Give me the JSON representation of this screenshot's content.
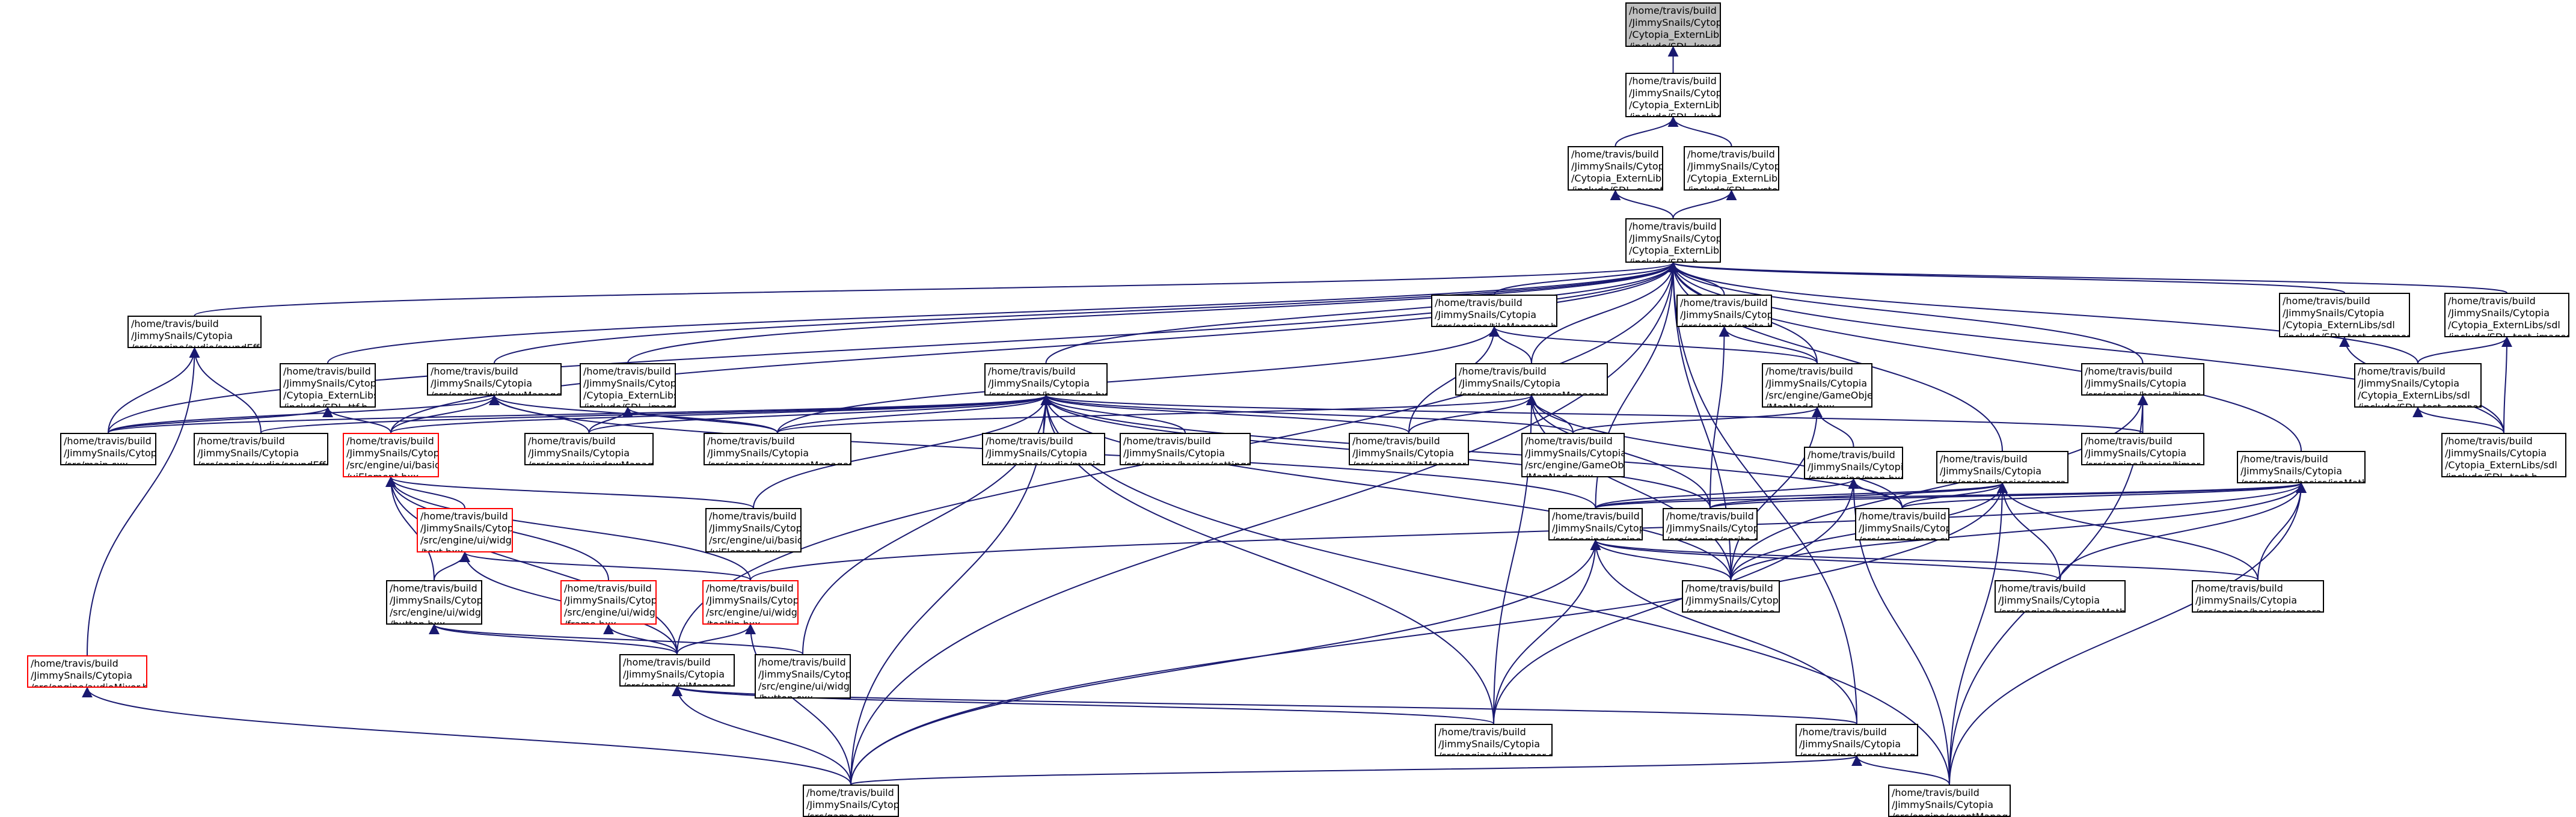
{
  "nodes": [
    {
      "id": "keycode",
      "lines": [
        "/home/travis/build",
        "/JimmySnails/Cytopia",
        "/Cytopia_ExternLibs/sdl",
        "/include/SDL_keycode.h"
      ],
      "root": true
    },
    {
      "id": "keyboard",
      "lines": [
        "/home/travis/build",
        "/JimmySnails/Cytopia",
        "/Cytopia_ExternLibs/sdl",
        "/include/SDL_keyboard.h"
      ]
    },
    {
      "id": "events",
      "lines": [
        "/home/travis/build",
        "/JimmySnails/Cytopia",
        "/Cytopia_ExternLibs/sdl",
        "/include/SDL_events.h"
      ]
    },
    {
      "id": "system",
      "lines": [
        "/home/travis/build",
        "/JimmySnails/Cytopia",
        "/Cytopia_ExternLibs/sdl",
        "/include/SDL_system.h"
      ]
    },
    {
      "id": "sdl",
      "lines": [
        "/home/travis/build",
        "/JimmySnails/Cytopia",
        "/Cytopia_ExternLibs/sdl",
        "/include/SDL.h"
      ]
    },
    {
      "id": "soundEffectHxx",
      "lines": [
        "/home/travis/build",
        "/JimmySnails/Cytopia",
        "/src/engine/audio/soundEffect.hxx"
      ]
    },
    {
      "id": "ttf",
      "lines": [
        "/home/travis/build",
        "/JimmySnails/Cytopia",
        "/Cytopia_ExternLibs/sdl",
        "/include/SDL_ttf.h"
      ]
    },
    {
      "id": "windowManagerHxx",
      "lines": [
        "/home/travis/build",
        "/JimmySnails/Cytopia",
        "/src/engine/windowManager.hxx"
      ]
    },
    {
      "id": "image",
      "lines": [
        "/home/travis/build",
        "/JimmySnails/Cytopia",
        "/Cytopia_ExternLibs/sdl",
        "/include/SDL_image.h"
      ]
    },
    {
      "id": "logHxx",
      "lines": [
        "/home/travis/build",
        "/JimmySnails/Cytopia",
        "/src/engine/basics/log.hxx"
      ]
    },
    {
      "id": "tileManagerHxx",
      "lines": [
        "/home/travis/build",
        "/JimmySnails/Cytopia",
        "/src/engine/tileManager.hxx"
      ]
    },
    {
      "id": "resourcesManagerHxx",
      "lines": [
        "/home/travis/build",
        "/JimmySnails/Cytopia",
        "/src/engine/resourcesManager.hxx"
      ]
    },
    {
      "id": "spriteHxx",
      "lines": [
        "/home/travis/build",
        "/JimmySnails/Cytopia",
        "/src/engine/sprite.hxx"
      ]
    },
    {
      "id": "mapNodeHxx",
      "lines": [
        "/home/travis/build",
        "/JimmySnails/Cytopia",
        "/src/engine/GameObjects",
        "/MapNode.hxx"
      ]
    },
    {
      "id": "testCommon",
      "lines": [
        "/home/travis/build",
        "/JimmySnails/Cytopia",
        "/Cytopia_ExternLibs/sdl",
        "/include/SDL_test_common.h"
      ]
    },
    {
      "id": "testImages",
      "lines": [
        "/home/travis/build",
        "/JimmySnails/Cytopia",
        "/Cytopia_ExternLibs/sdl",
        "/include/SDL_test_images.h"
      ]
    },
    {
      "id": "timerHxx",
      "lines": [
        "/home/travis/build",
        "/JimmySnails/Cytopia",
        "/src/engine/basics/timer.hxx"
      ]
    },
    {
      "id": "testCompare",
      "lines": [
        "/home/travis/build",
        "/JimmySnails/Cytopia",
        "/Cytopia_ExternLibs/sdl",
        "/include/SDL_test_compare.h"
      ]
    },
    {
      "id": "mainCxx",
      "lines": [
        "/home/travis/build",
        "/JimmySnails/Cytopia",
        "/src/main.cxx"
      ]
    },
    {
      "id": "soundEffectCxx",
      "lines": [
        "/home/travis/build",
        "/JimmySnails/Cytopia",
        "/src/engine/audio/soundEffect.cxx"
      ]
    },
    {
      "id": "uiElementHxx",
      "lines": [
        "/home/travis/build",
        "/JimmySnails/Cytopia",
        "/src/engine/ui/basics",
        "/uiElement.hxx"
      ],
      "red": true
    },
    {
      "id": "windowManagerCxx",
      "lines": [
        "/home/travis/build",
        "/JimmySnails/Cytopia",
        "/src/engine/windowManager.cxx"
      ]
    },
    {
      "id": "resourcesManagerCxx",
      "lines": [
        "/home/travis/build",
        "/JimmySnails/Cytopia",
        "/src/engine/resourcesManager.cxx"
      ]
    },
    {
      "id": "musicCxx",
      "lines": [
        "/home/travis/build",
        "/JimmySnails/Cytopia",
        "/src/engine/audio/music.cxx"
      ]
    },
    {
      "id": "settingsCxx",
      "lines": [
        "/home/travis/build",
        "/JimmySnails/Cytopia",
        "/src/engine/basics/settings.cxx"
      ]
    },
    {
      "id": "tileManagerCxx",
      "lines": [
        "/home/travis/build",
        "/JimmySnails/Cytopia",
        "/src/engine/tileManager.cxx"
      ]
    },
    {
      "id": "mapNodeCxx",
      "lines": [
        "/home/travis/build",
        "/JimmySnails/Cytopia",
        "/src/engine/GameObjects",
        "/MapNode.cxx"
      ]
    },
    {
      "id": "mapHxx",
      "lines": [
        "/home/travis/build",
        "/JimmySnails/Cytopia",
        "/src/engine/map.hxx"
      ]
    },
    {
      "id": "timerCxx",
      "lines": [
        "/home/travis/build",
        "/JimmySnails/Cytopia",
        "/src/engine/basics/timer.cxx"
      ]
    },
    {
      "id": "cameraHxx",
      "lines": [
        "/home/travis/build",
        "/JimmySnails/Cytopia",
        "/src/engine/basics/camera.hxx"
      ]
    },
    {
      "id": "isoMathHxx",
      "lines": [
        "/home/travis/build",
        "/JimmySnails/Cytopia",
        "/src/engine/basics/isoMath.hxx"
      ]
    },
    {
      "id": "testH",
      "lines": [
        "/home/travis/build",
        "/JimmySnails/Cytopia",
        "/Cytopia_ExternLibs/sdl",
        "/include/SDL_test.h"
      ]
    },
    {
      "id": "textHxx",
      "lines": [
        "/home/travis/build",
        "/JimmySnails/Cytopia",
        "/src/engine/ui/widgets",
        "/text.hxx"
      ],
      "red": true
    },
    {
      "id": "uiElementCxx",
      "lines": [
        "/home/travis/build",
        "/JimmySnails/Cytopia",
        "/src/engine/ui/basics",
        "/uiElement.cxx"
      ]
    },
    {
      "id": "engineHxx",
      "lines": [
        "/home/travis/build",
        "/JimmySnails/Cytopia",
        "/src/engine/engine.hxx"
      ]
    },
    {
      "id": "spriteCxx",
      "lines": [
        "/home/travis/build",
        "/JimmySnails/Cytopia",
        "/src/engine/sprite.cxx"
      ]
    },
    {
      "id": "mapCxx",
      "lines": [
        "/home/travis/build",
        "/JimmySnails/Cytopia",
        "/src/engine/map.cxx"
      ]
    },
    {
      "id": "buttonHxx",
      "lines": [
        "/home/travis/build",
        "/JimmySnails/Cytopia",
        "/src/engine/ui/widgets",
        "/button.hxx"
      ]
    },
    {
      "id": "frameHxx",
      "lines": [
        "/home/travis/build",
        "/JimmySnails/Cytopia",
        "/src/engine/ui/widgets",
        "/frame.hxx"
      ],
      "red": true
    },
    {
      "id": "tooltipHxx",
      "lines": [
        "/home/travis/build",
        "/JimmySnails/Cytopia",
        "/src/engine/ui/widgets",
        "/tooltip.hxx"
      ],
      "red": true
    },
    {
      "id": "engineCxx",
      "lines": [
        "/home/travis/build",
        "/JimmySnails/Cytopia",
        "/src/engine/engine.cxx"
      ]
    },
    {
      "id": "isoMathCxx",
      "lines": [
        "/home/travis/build",
        "/JimmySnails/Cytopia",
        "/src/engine/basics/isoMath.cxx"
      ]
    },
    {
      "id": "cameraCxx",
      "lines": [
        "/home/travis/build",
        "/JimmySnails/Cytopia",
        "/src/engine/basics/camera.cxx"
      ]
    },
    {
      "id": "audioMixerHxx",
      "lines": [
        "/home/travis/build",
        "/JimmySnails/Cytopia",
        "/src/engine/audioMixer.hxx"
      ],
      "red": true
    },
    {
      "id": "uiManagerHxx",
      "lines": [
        "/home/travis/build",
        "/JimmySnails/Cytopia",
        "/src/engine/uiManager.hxx"
      ]
    },
    {
      "id": "buttonCxx",
      "lines": [
        "/home/travis/build",
        "/JimmySnails/Cytopia",
        "/src/engine/ui/widgets",
        "/button.cxx"
      ]
    },
    {
      "id": "uiManagerCxx",
      "lines": [
        "/home/travis/build",
        "/JimmySnails/Cytopia",
        "/src/engine/uiManager.cxx"
      ]
    },
    {
      "id": "eventManagerHxx",
      "lines": [
        "/home/travis/build",
        "/JimmySnails/Cytopia",
        "/src/engine/eventManager.hxx"
      ]
    },
    {
      "id": "gameCxx",
      "lines": [
        "/home/travis/build",
        "/JimmySnails/Cytopia",
        "/src/game.cxx"
      ]
    },
    {
      "id": "eventManagerCxx",
      "lines": [
        "/home/travis/build",
        "/JimmySnails/Cytopia",
        "/src/engine/eventManager.cxx"
      ]
    }
  ],
  "edges": [
    [
      "keyboard",
      "keycode"
    ],
    [
      "events",
      "keyboard"
    ],
    [
      "system",
      "keyboard"
    ],
    [
      "sdl",
      "events"
    ],
    [
      "sdl",
      "system"
    ],
    [
      "soundEffectHxx",
      "sdl"
    ],
    [
      "ttf",
      "sdl"
    ],
    [
      "windowManagerHxx",
      "sdl"
    ],
    [
      "image",
      "sdl"
    ],
    [
      "logHxx",
      "sdl"
    ],
    [
      "tileManagerHxx",
      "sdl"
    ],
    [
      "resourcesManagerHxx",
      "sdl"
    ],
    [
      "spriteHxx",
      "sdl"
    ],
    [
      "mapNodeHxx",
      "sdl"
    ],
    [
      "testCommon",
      "sdl"
    ],
    [
      "testImages",
      "sdl"
    ],
    [
      "timerHxx",
      "sdl"
    ],
    [
      "testCompare",
      "sdl"
    ],
    [
      "testH",
      "sdl"
    ],
    [
      "mainCxx",
      "sdl"
    ],
    [
      "uiElementHxx",
      "sdl"
    ],
    [
      "cameraHxx",
      "sdl"
    ],
    [
      "isoMathHxx",
      "sdl"
    ],
    [
      "engineHxx",
      "sdl"
    ],
    [
      "gameCxx",
      "sdl"
    ],
    [
      "eventManagerHxx",
      "sdl"
    ],
    [
      "uiManagerHxx",
      "sdl"
    ],
    [
      "engineCxx",
      "sdl"
    ],
    [
      "testCompare",
      "testImages"
    ],
    [
      "testH",
      "testImages"
    ],
    [
      "testH",
      "testCompare"
    ],
    [
      "testH",
      "testCommon"
    ],
    [
      "resourcesManagerHxx",
      "tileManagerHxx"
    ],
    [
      "tileManagerCxx",
      "tileManagerHxx"
    ],
    [
      "mapNodeHxx",
      "tileManagerHxx"
    ],
    [
      "resourcesManagerCxx",
      "tileManagerHxx"
    ],
    [
      "mapNodeHxx",
      "spriteHxx"
    ],
    [
      "spriteCxx",
      "spriteHxx"
    ],
    [
      "mapHxx",
      "mapNodeHxx"
    ],
    [
      "mapNodeCxx",
      "mapNodeHxx"
    ],
    [
      "engineCxx",
      "mapNodeHxx"
    ],
    [
      "mainCxx",
      "soundEffectHxx"
    ],
    [
      "soundEffectCxx",
      "soundEffectHxx"
    ],
    [
      "audioMixerHxx",
      "soundEffectHxx"
    ],
    [
      "uiElementHxx",
      "ttf"
    ],
    [
      "mainCxx",
      "ttf"
    ],
    [
      "uiElementHxx",
      "windowManagerHxx"
    ],
    [
      "windowManagerCxx",
      "windowManagerHxx"
    ],
    [
      "engineHxx",
      "windowManagerHxx"
    ],
    [
      "resourcesManagerCxx",
      "windowManagerHxx"
    ],
    [
      "mainCxx",
      "windowManagerHxx"
    ],
    [
      "windowManagerCxx",
      "image"
    ],
    [
      "resourcesManagerCxx",
      "image"
    ],
    [
      "uiElementHxx",
      "logHxx"
    ],
    [
      "windowManagerCxx",
      "logHxx"
    ],
    [
      "resourcesManagerCxx",
      "logHxx"
    ],
    [
      "musicCxx",
      "logHxx"
    ],
    [
      "settingsCxx",
      "logHxx"
    ],
    [
      "tileManagerCxx",
      "logHxx"
    ],
    [
      "mapNodeCxx",
      "logHxx"
    ],
    [
      "timerCxx",
      "logHxx"
    ],
    [
      "uiElementCxx",
      "logHxx"
    ],
    [
      "spriteCxx",
      "logHxx"
    ],
    [
      "mapCxx",
      "logHxx"
    ],
    [
      "engineCxx",
      "logHxx"
    ],
    [
      "uiManagerCxx",
      "logHxx"
    ],
    [
      "gameCxx",
      "logHxx"
    ],
    [
      "eventManagerCxx",
      "logHxx"
    ],
    [
      "soundEffectCxx",
      "logHxx"
    ],
    [
      "buttonCxx",
      "logHxx"
    ],
    [
      "mainCxx",
      "logHxx"
    ],
    [
      "resourcesManagerCxx",
      "resourcesManagerHxx"
    ],
    [
      "tileManagerCxx",
      "resourcesManagerHxx"
    ],
    [
      "mapNodeCxx",
      "resourcesManagerHxx"
    ],
    [
      "spriteCxx",
      "resourcesManagerHxx"
    ],
    [
      "uiManagerCxx",
      "resourcesManagerHxx"
    ],
    [
      "engineCxx",
      "resourcesManagerHxx"
    ],
    [
      "mapCxx",
      "resourcesManagerHxx"
    ],
    [
      "timerCxx",
      "timerHxx"
    ],
    [
      "engineCxx",
      "timerHxx"
    ],
    [
      "eventManagerCxx",
      "timerHxx"
    ],
    [
      "engineHxx",
      "mapHxx"
    ],
    [
      "mapCxx",
      "mapHxx"
    ],
    [
      "uiManagerCxx",
      "mapHxx"
    ],
    [
      "eventManagerCxx",
      "mapHxx"
    ],
    [
      "engineHxx",
      "cameraHxx"
    ],
    [
      "spriteCxx",
      "cameraHxx"
    ],
    [
      "mapCxx",
      "cameraHxx"
    ],
    [
      "cameraCxx",
      "cameraHxx"
    ],
    [
      "isoMathCxx",
      "cameraHxx"
    ],
    [
      "engineCxx",
      "cameraHxx"
    ],
    [
      "gameCxx",
      "cameraHxx"
    ],
    [
      "eventManagerCxx",
      "cameraHxx"
    ],
    [
      "engineHxx",
      "isoMathHxx"
    ],
    [
      "spriteCxx",
      "isoMathHxx"
    ],
    [
      "mapCxx",
      "isoMathHxx"
    ],
    [
      "isoMathCxx",
      "isoMathHxx"
    ],
    [
      "cameraCxx",
      "isoMathHxx"
    ],
    [
      "engineCxx",
      "isoMathHxx"
    ],
    [
      "eventManagerCxx",
      "isoMathHxx"
    ],
    [
      "tooltipHxx",
      "isoMathHxx"
    ],
    [
      "textHxx",
      "uiElementHxx"
    ],
    [
      "buttonHxx",
      "uiElementHxx"
    ],
    [
      "frameHxx",
      "uiElementHxx"
    ],
    [
      "tooltipHxx",
      "uiElementHxx"
    ],
    [
      "uiElementCxx",
      "uiElementHxx"
    ],
    [
      "uiManagerHxx",
      "uiElementHxx"
    ],
    [
      "buttonHxx",
      "textHxx"
    ],
    [
      "tooltipHxx",
      "textHxx"
    ],
    [
      "uiManagerHxx",
      "textHxx"
    ],
    [
      "uiManagerHxx",
      "buttonHxx"
    ],
    [
      "buttonCxx",
      "buttonHxx"
    ],
    [
      "uiManagerHxx",
      "frameHxx"
    ],
    [
      "uiManagerHxx",
      "tooltipHxx"
    ],
    [
      "gameCxx",
      "tooltipHxx"
    ],
    [
      "engineCxx",
      "engineHxx"
    ],
    [
      "isoMathCxx",
      "engineHxx"
    ],
    [
      "cameraCxx",
      "engineHxx"
    ],
    [
      "uiManagerCxx",
      "engineHxx"
    ],
    [
      "eventManagerHxx",
      "engineHxx"
    ],
    [
      "gameCxx",
      "engineHxx"
    ],
    [
      "uiManagerCxx",
      "uiManagerHxx"
    ],
    [
      "eventManagerHxx",
      "uiManagerHxx"
    ],
    [
      "gameCxx",
      "uiManagerHxx"
    ],
    [
      "gameCxx",
      "eventManagerHxx"
    ],
    [
      "eventManagerCxx",
      "eventManagerHxx"
    ],
    [
      "gameCxx",
      "audioMixerHxx"
    ]
  ]
}
